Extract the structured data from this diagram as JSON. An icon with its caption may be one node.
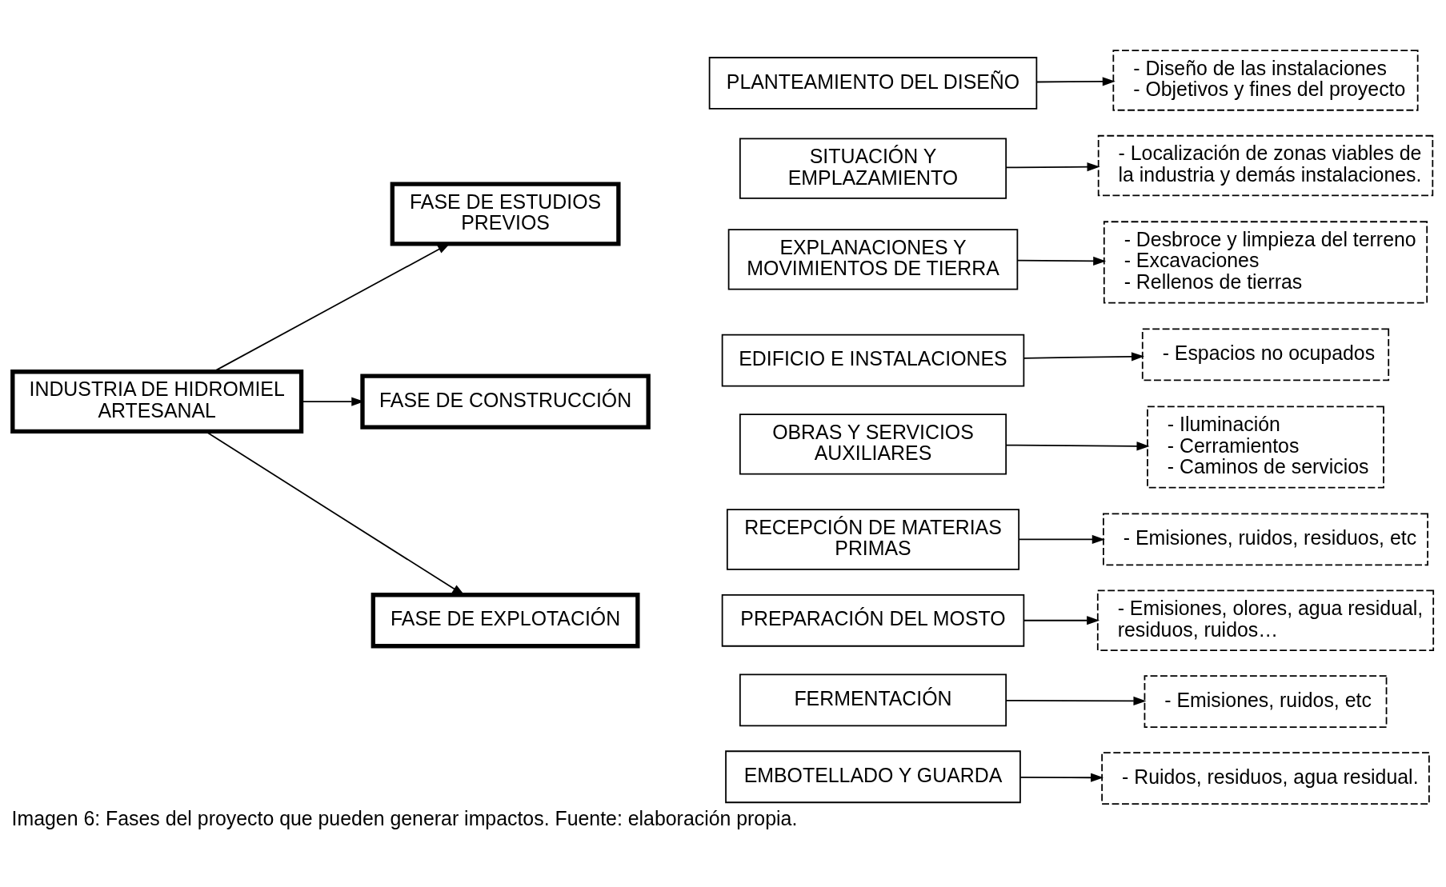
{
  "diagram": {
    "caption": "Imagen 6: Fases del proyecto que pueden generar impactos. Fuente: elaboración propia.",
    "nodes": [
      {
        "text": [
          "INDUSTRIA DE HIDROMIEL ARTESANAL"
        ]
      },
      {
        "text": [
          "FASE DE ESTUDIOS PREVIOS"
        ]
      },
      {
        "text": [
          "FASE DE CONSTRUCCIÓN"
        ]
      },
      {
        "text": [
          "FASE DE EXPLOTACIÓN"
        ]
      },
      {
        "text": [
          "PLANTEAMIENTO DEL DISEÑO"
        ]
      },
      {
        "text": [
          "- Diseño de las instalaciones",
          "- Objetivos y fines del proyecto"
        ]
      },
      {
        "text": [
          "SITUACIÓN Y EMPLAZAMIENTO"
        ]
      },
      {
        "text": [
          "- Localización de zonas viables de la industria y demás instalaciones."
        ]
      },
      {
        "text": [
          "EXPLANACIONES Y MOVIMIENTOS DE TIERRA"
        ]
      },
      {
        "text": [
          "- Desbroce y limpieza del terreno",
          "- Excavaciones",
          "- Rellenos de tierras"
        ]
      },
      {
        "text": [
          "EDIFICIO E INSTALACIONES"
        ]
      },
      {
        "text": [
          "- Espacios no ocupados"
        ]
      },
      {
        "text": [
          "OBRAS Y SERVICIOS AUXILIARES"
        ]
      },
      {
        "text": [
          "- Iluminación",
          "- Cerramientos",
          "- Caminos de servicios"
        ]
      },
      {
        "text": [
          "RECEPCIÓN DE MATERIAS PRIMAS"
        ]
      },
      {
        "text": [
          "- Emisiones, ruidos, residuos, etc"
        ]
      },
      {
        "text": [
          "PREPARACIÓN DEL MOSTO"
        ]
      },
      {
        "text": [
          "- Emisiones, olores, agua residual, residuos, ruidos…"
        ]
      },
      {
        "text": [
          "FERMENTACIÓN"
        ]
      },
      {
        "text": [
          "- Emisiones, ruidos, etc"
        ]
      },
      {
        "text": [
          "EMBOTELLADO Y GUARDA"
        ]
      },
      {
        "text": [
          "- Ruidos, residuos, agua residual."
        ]
      }
    ],
    "edges": [
      {
        "from": 0,
        "to": 1,
        "arrow": "to"
      },
      {
        "from": 0,
        "to": 2,
        "arrow": "to"
      },
      {
        "from": 0,
        "to": 3,
        "arrow": "to"
      },
      {
        "from": 4,
        "to": 5,
        "arrow": "to"
      },
      {
        "from": 6,
        "to": 7,
        "arrow": "to"
      },
      {
        "from": 8,
        "to": 9,
        "arrow": "to"
      },
      {
        "from": 10,
        "to": 11,
        "arrow": "to"
      },
      {
        "from": 12,
        "to": 13,
        "arrow": "to"
      },
      {
        "from": 14,
        "to": 15,
        "arrow": "to"
      },
      {
        "from": 16,
        "to": 17,
        "arrow": "to"
      },
      {
        "from": 18,
        "to": 19,
        "arrow": "to"
      },
      {
        "from": 20,
        "to": 21,
        "arrow": "to"
      }
    ]
  }
}
